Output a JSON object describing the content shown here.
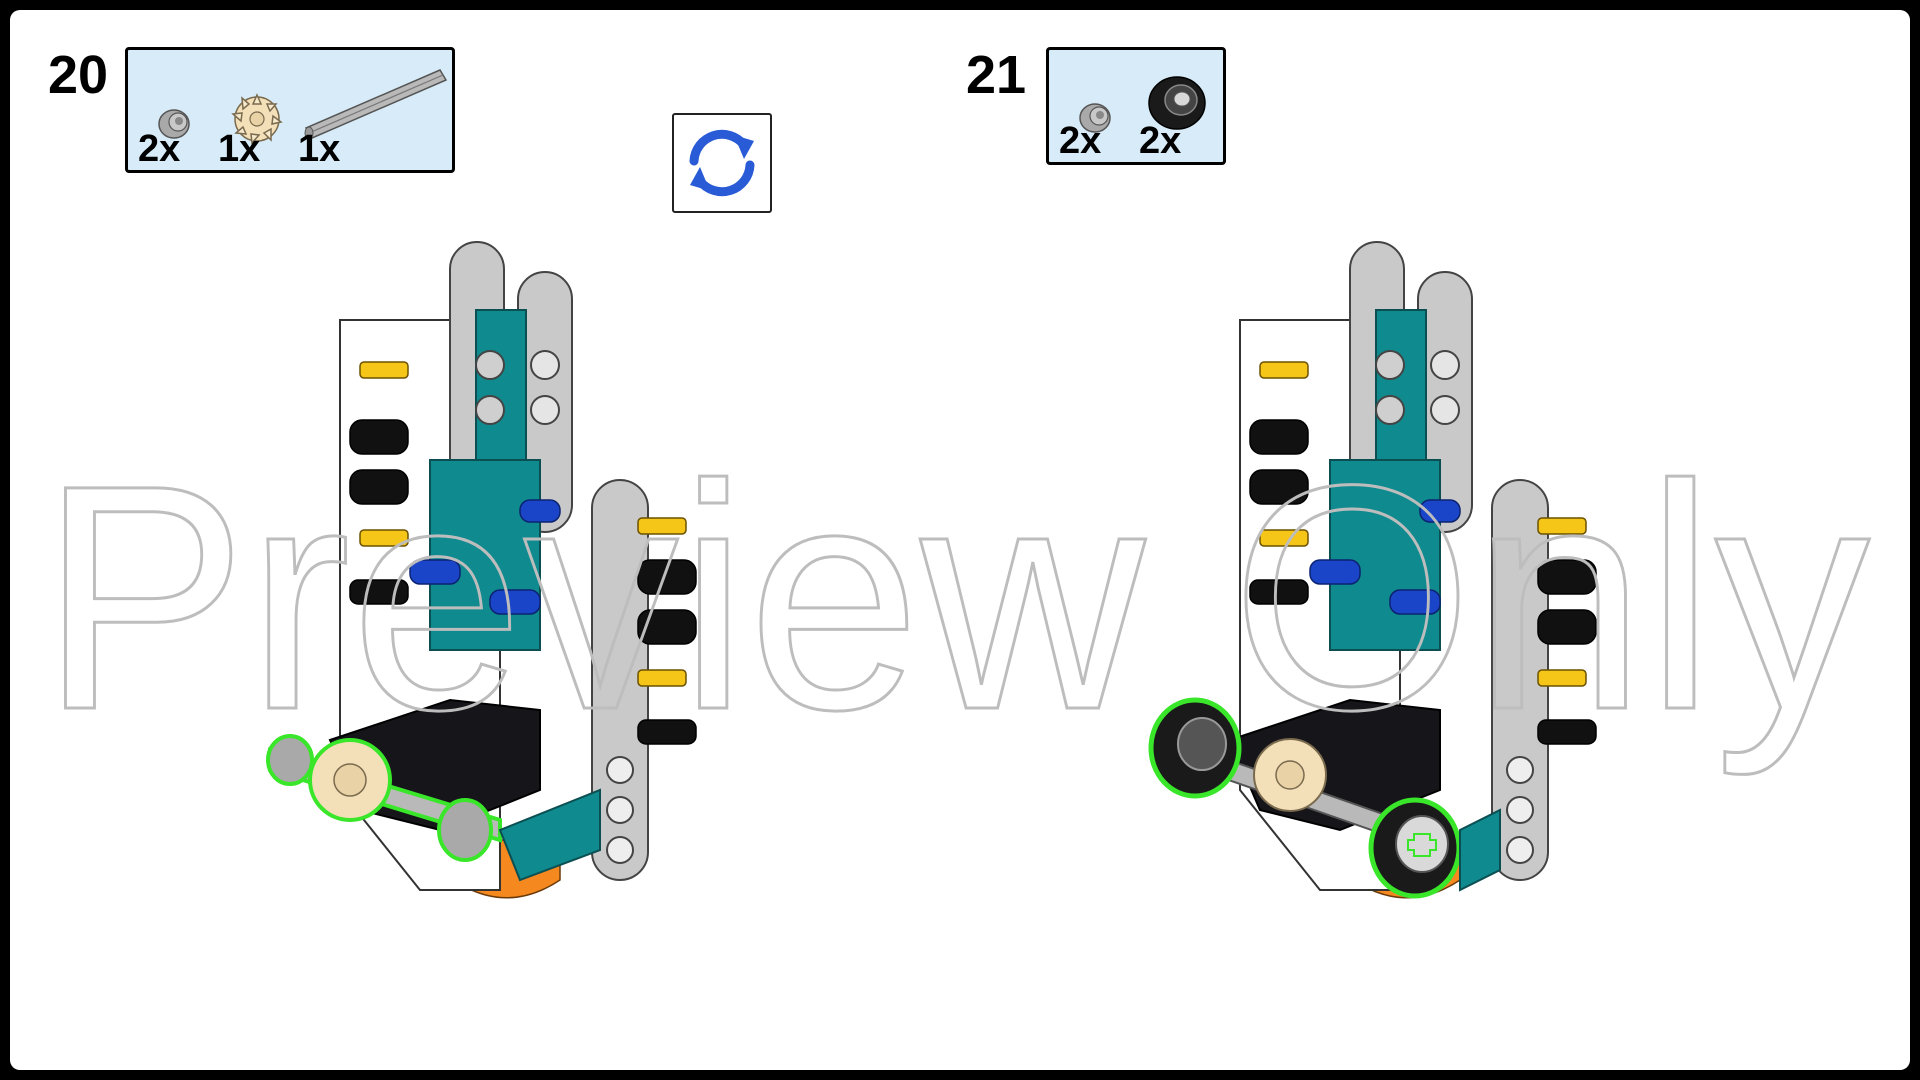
{
  "steps": [
    {
      "number": "20",
      "parts": [
        {
          "qty": "2x",
          "icon": "bush-icon"
        },
        {
          "qty": "1x",
          "icon": "bevel-gear-icon"
        },
        {
          "qty": "1x",
          "icon": "axle-icon"
        }
      ]
    },
    {
      "number": "21",
      "parts": [
        {
          "qty": "2x",
          "icon": "bush-icon"
        },
        {
          "qty": "2x",
          "icon": "tire-icon"
        }
      ]
    }
  ],
  "rotate": {
    "icon": "rotate-model-icon"
  },
  "watermark": {
    "text": "Preview Only"
  },
  "colors": {
    "parts_bg": "#d7ecf8",
    "teal": "#0f8a8e",
    "orange": "#f5881f",
    "yellow": "#f5c518",
    "blue": "#1b45c9",
    "highlight": "#39e629",
    "rotate_blue": "#2a5bd7"
  }
}
